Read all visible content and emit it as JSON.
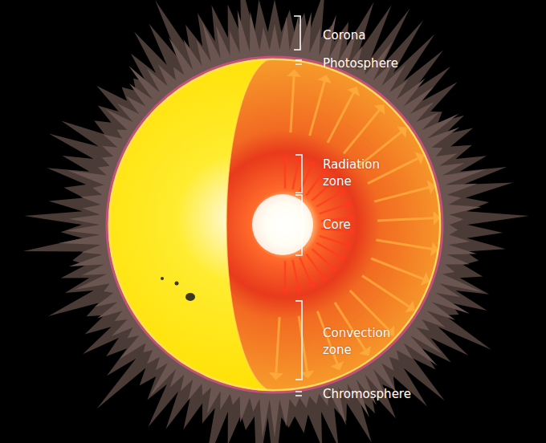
{
  "diagram": {
    "labels": [
      "Corona",
      "Photosphere",
      "Radiation zone",
      "Core",
      "Convection zone",
      "Chromosphere"
    ]
  }
}
